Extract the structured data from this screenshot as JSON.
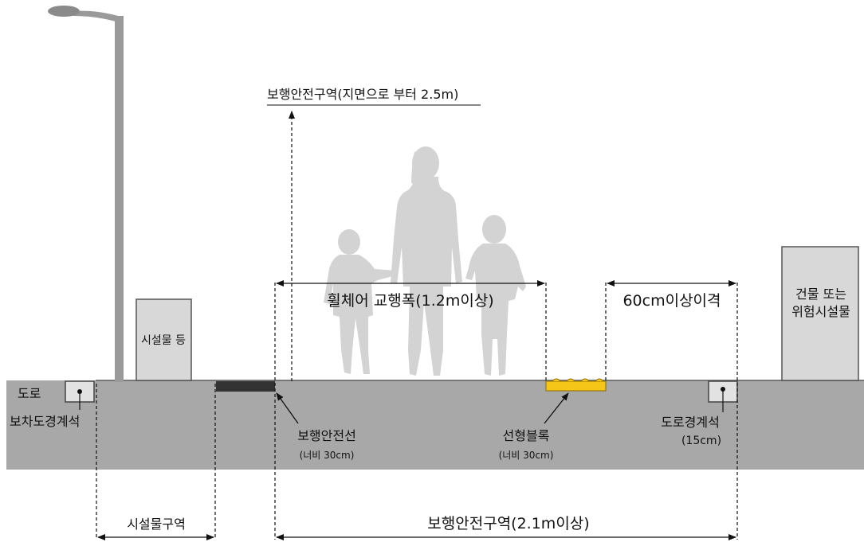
{
  "labels": {
    "safety_zone_height": "보행안전구역(지면으로 부터 2.5m)",
    "wheelchair_width": "휠체어 교행폭(1.2m이상)",
    "clearance": "60cm이상이격",
    "building": [
      "건물 또는",
      "위험시설물"
    ],
    "facility": "시설물 등",
    "road": "도로",
    "curb_between": "보차도경계석",
    "safety_line": "보행안전선",
    "safety_line_width": "(너비 30cm)",
    "linear_block": "선형블록",
    "linear_block_width": "(너비 30cm)",
    "road_curb": "도로경계석",
    "road_curb_height": "(15cm)",
    "facility_zone": "시설물구역",
    "safety_zone_width": "보행안전구역(2.1m이상)"
  },
  "colors": {
    "ground": "#a8a8a8",
    "box_fill": "#d8d8d8",
    "people": "#d3d3d3",
    "safety_line": "#333333",
    "tactile_block": "#f5c518",
    "pole": "#9a9a9a"
  },
  "icons": {
    "street_lamp": "street-lamp-icon",
    "pedestrians": "family-silhouette-icon"
  }
}
